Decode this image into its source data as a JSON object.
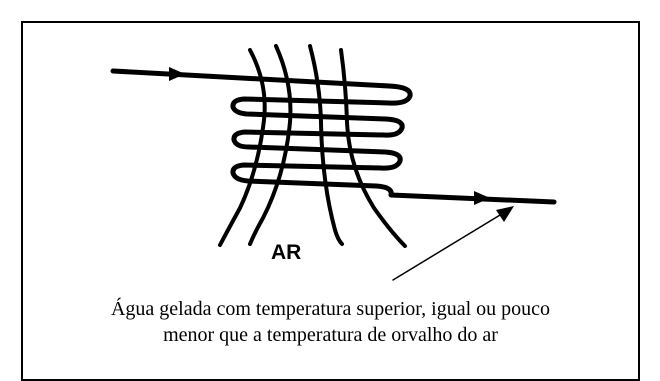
{
  "diagram": {
    "air_label": "AR",
    "caption_line1": "Água gelada com temperatura superior, igual ou pouco",
    "caption_line2": "menor que a temperatura de orvalho do ar",
    "colors": {
      "ink": "#000000",
      "background": "#ffffff"
    }
  }
}
